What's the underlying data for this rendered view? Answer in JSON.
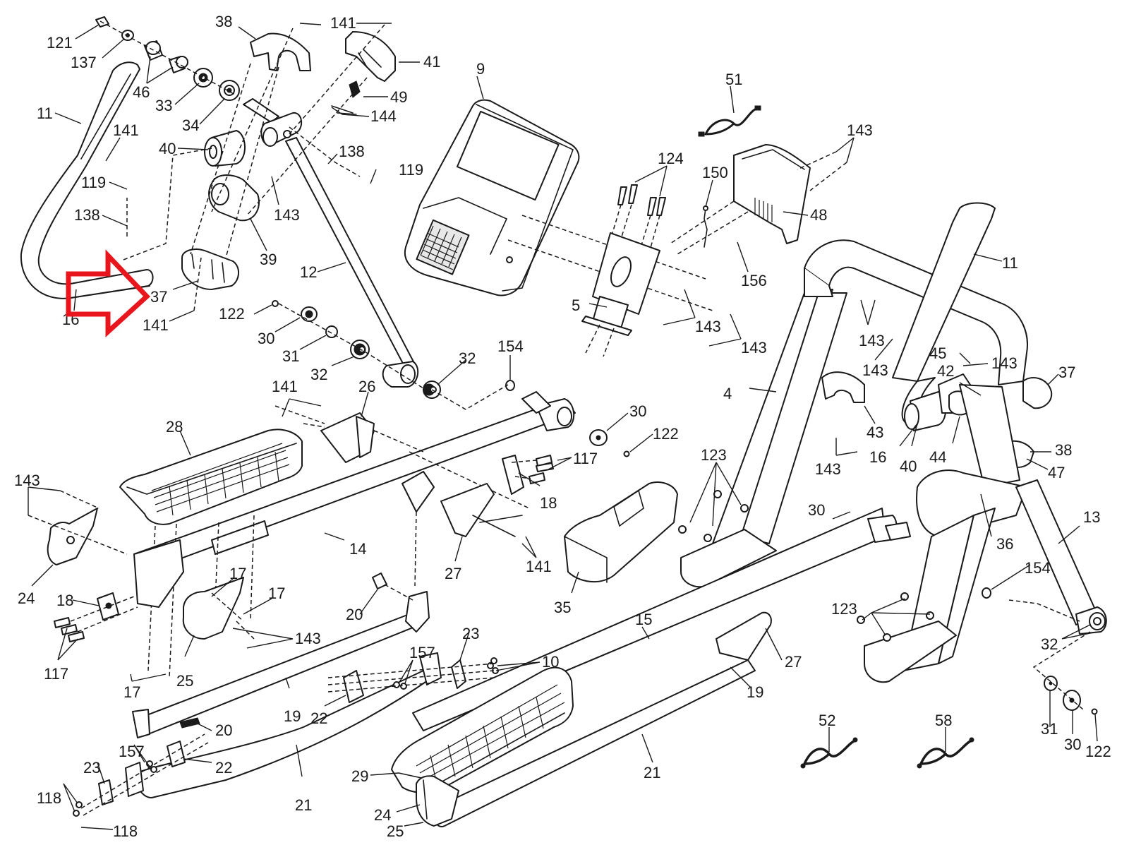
{
  "diagram": {
    "title": "Exploded parts diagram - elliptical trainer",
    "highlight": {
      "target_part": "37",
      "color": "#e8161c",
      "shape": "arrow-outline",
      "direction": "right"
    },
    "callouts": [
      {
        "id": "c121",
        "label": "121"
      },
      {
        "id": "c137",
        "label": "137"
      },
      {
        "id": "c46",
        "label": "46"
      },
      {
        "id": "c33",
        "label": "33"
      },
      {
        "id": "c34",
        "label": "34"
      },
      {
        "id": "c38a",
        "label": "38"
      },
      {
        "id": "c141a",
        "label": "141"
      },
      {
        "id": "c41",
        "label": "41"
      },
      {
        "id": "c49",
        "label": "49"
      },
      {
        "id": "c144",
        "label": "144"
      },
      {
        "id": "c11a",
        "label": "11"
      },
      {
        "id": "c141b",
        "label": "141"
      },
      {
        "id": "c40a",
        "label": "40"
      },
      {
        "id": "c138a",
        "label": "138"
      },
      {
        "id": "c119a",
        "label": "119"
      },
      {
        "id": "c119b",
        "label": "119"
      },
      {
        "id": "c138b",
        "label": "138"
      },
      {
        "id": "c143a",
        "label": "143"
      },
      {
        "id": "c39",
        "label": "39"
      },
      {
        "id": "c12",
        "label": "12"
      },
      {
        "id": "c37a",
        "label": "37"
      },
      {
        "id": "c16a",
        "label": "16"
      },
      {
        "id": "c141c",
        "label": "141"
      },
      {
        "id": "c122a",
        "label": "122"
      },
      {
        "id": "c30a",
        "label": "30"
      },
      {
        "id": "c31a",
        "label": "31"
      },
      {
        "id": "c32a",
        "label": "32"
      },
      {
        "id": "c32b",
        "label": "32"
      },
      {
        "id": "c154a",
        "label": "154"
      },
      {
        "id": "c9",
        "label": "9"
      },
      {
        "id": "c51",
        "label": "51"
      },
      {
        "id": "c143b",
        "label": "143"
      },
      {
        "id": "c124",
        "label": "124"
      },
      {
        "id": "c150",
        "label": "150"
      },
      {
        "id": "c48",
        "label": "48"
      },
      {
        "id": "c156",
        "label": "156"
      },
      {
        "id": "c5",
        "label": "5"
      },
      {
        "id": "c143c",
        "label": "143"
      },
      {
        "id": "c143d",
        "label": "143"
      },
      {
        "id": "c11b",
        "label": "11"
      },
      {
        "id": "c143e",
        "label": "143"
      },
      {
        "id": "c143f",
        "label": "143"
      },
      {
        "id": "c45",
        "label": "45"
      },
      {
        "id": "c143g",
        "label": "143"
      },
      {
        "id": "c42",
        "label": "42"
      },
      {
        "id": "c37b",
        "label": "37"
      },
      {
        "id": "c4",
        "label": "4"
      },
      {
        "id": "c43",
        "label": "43"
      },
      {
        "id": "c143h",
        "label": "143"
      },
      {
        "id": "c16b",
        "label": "16"
      },
      {
        "id": "c40b",
        "label": "40"
      },
      {
        "id": "c44",
        "label": "44"
      },
      {
        "id": "c38b",
        "label": "38"
      },
      {
        "id": "c47",
        "label": "47"
      },
      {
        "id": "c141d",
        "label": "141"
      },
      {
        "id": "c26",
        "label": "26"
      },
      {
        "id": "c28",
        "label": "28"
      },
      {
        "id": "c30b",
        "label": "30"
      },
      {
        "id": "c122b",
        "label": "122"
      },
      {
        "id": "c117a",
        "label": "117"
      },
      {
        "id": "c18a",
        "label": "18"
      },
      {
        "id": "c14",
        "label": "14"
      },
      {
        "id": "c123a",
        "label": "123"
      },
      {
        "id": "c141e",
        "label": "141"
      },
      {
        "id": "c27a",
        "label": "27"
      },
      {
        "id": "c35",
        "label": "35"
      },
      {
        "id": "c143i",
        "label": "143"
      },
      {
        "id": "c24a",
        "label": "24"
      },
      {
        "id": "c18b",
        "label": "18"
      },
      {
        "id": "c17a",
        "label": "17"
      },
      {
        "id": "c17b",
        "label": "17"
      },
      {
        "id": "c143j",
        "label": "143"
      },
      {
        "id": "c117b",
        "label": "117"
      },
      {
        "id": "c25a",
        "label": "25"
      },
      {
        "id": "c17c",
        "label": "17"
      },
      {
        "id": "c20a",
        "label": "20"
      },
      {
        "id": "c30c",
        "label": "30"
      },
      {
        "id": "c36",
        "label": "36"
      },
      {
        "id": "c13",
        "label": "13"
      },
      {
        "id": "c15",
        "label": "15"
      },
      {
        "id": "c154b",
        "label": "154"
      },
      {
        "id": "c123b",
        "label": "123"
      },
      {
        "id": "c23a",
        "label": "23"
      },
      {
        "id": "c157a",
        "label": "157"
      },
      {
        "id": "c10",
        "label": "10"
      },
      {
        "id": "c27b",
        "label": "27"
      },
      {
        "id": "c19a",
        "label": "19"
      },
      {
        "id": "c19b",
        "label": "19"
      },
      {
        "id": "c22a",
        "label": "22"
      },
      {
        "id": "c32c",
        "label": "32"
      },
      {
        "id": "c20b",
        "label": "20"
      },
      {
        "id": "c52",
        "label": "52"
      },
      {
        "id": "c58",
        "label": "58"
      },
      {
        "id": "c31b",
        "label": "31"
      },
      {
        "id": "c30d",
        "label": "30"
      },
      {
        "id": "c122c",
        "label": "122"
      },
      {
        "id": "c157b",
        "label": "157"
      },
      {
        "id": "c23b",
        "label": "23"
      },
      {
        "id": "c22b",
        "label": "22"
      },
      {
        "id": "c21a",
        "label": "21"
      },
      {
        "id": "c21b",
        "label": "21"
      },
      {
        "id": "c29",
        "label": "29"
      },
      {
        "id": "c118a",
        "label": "118"
      },
      {
        "id": "c118b",
        "label": "118"
      },
      {
        "id": "c24b",
        "label": "24"
      },
      {
        "id": "c25b",
        "label": "25"
      }
    ]
  }
}
